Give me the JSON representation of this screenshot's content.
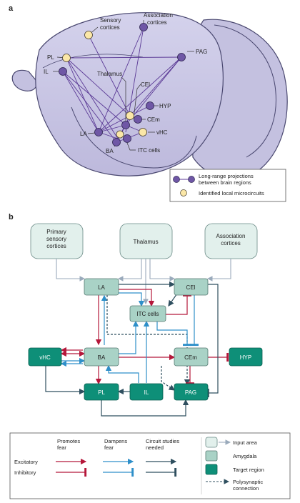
{
  "panel_a": {
    "letter": "a",
    "regions": {
      "sensory": "Sensory cortices",
      "sensory_l1": "Sensory",
      "sensory_l2": "cortices",
      "assoc_l1": "Association",
      "assoc_l2": "cortices",
      "pl": "PL",
      "il": "IL",
      "pag": "PAG",
      "thalamus": "Thalamus",
      "cei": "CEl",
      "hyp": "HYP",
      "cem": "CEm",
      "vhc": "vHC",
      "la": "LA",
      "ba": "BA",
      "itc": "ITC cells"
    },
    "legend": {
      "projections_l1": "Long-range projections",
      "projections_l2": "between brain regions",
      "local": "Identified local microcircuits"
    },
    "colors": {
      "brain_fill": "#c9c6e3",
      "brain_stroke": "#4a4870",
      "projection": "#5b3a96",
      "node_purple": "#6f57a6",
      "node_yellow": "#fbe7a7"
    }
  },
  "panel_b": {
    "letter": "b",
    "boxes": {
      "primary_l1": "Primary",
      "primary_l2": "sensory",
      "primary_l3": "cortices",
      "thalamus": "Thalamus",
      "assoc_l1": "Association",
      "assoc_l2": "cortices",
      "la": "LA",
      "cei": "CEl",
      "itc": "ITC cells",
      "vhc": "vHC",
      "ba": "BA",
      "cem": "CEm",
      "hyp": "HYP",
      "pl": "PL",
      "il": "IL",
      "pag": "PAG"
    },
    "legend": {
      "col_promotes_l1": "Promotes",
      "col_promotes_l2": "fear",
      "col_dampens_l1": "Dampens",
      "col_dampens_l2": "fear",
      "col_circuit_l1": "Circuit studies",
      "col_circuit_l2": "needed",
      "row_excitatory": "Excitatory",
      "row_inhibitory": "Inhibitory",
      "input_area": "Input area",
      "amygdala": "Amygdala",
      "target_region": "Target region",
      "poly_l1": "Polysynaptic",
      "poly_l2": "connection"
    },
    "colors": {
      "promote": "#b5173a",
      "dampen": "#2e8fc9",
      "needed": "#2f4f5f",
      "input": "#9aaabb",
      "input_fill": "#e2f0ec",
      "amyg_fill": "#a9d2c6",
      "target_fill": "#0e8f78"
    }
  }
}
